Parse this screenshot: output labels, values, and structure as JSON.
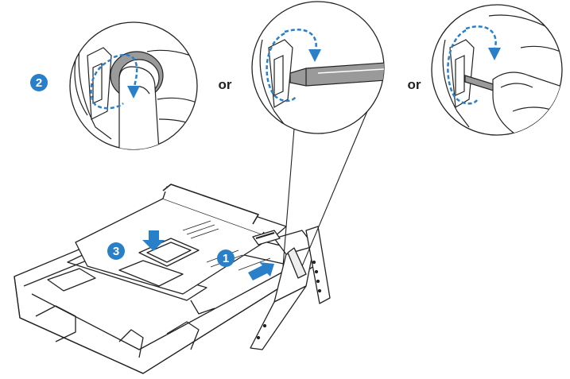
{
  "steps": {
    "step1": "1",
    "step2": "2",
    "step3": "3"
  },
  "connectors": {
    "or_left": "or",
    "or_right": "or"
  },
  "colors": {
    "accent": "#2a7fc9",
    "line": "#222222",
    "stroke_gray": "#9a9a9a"
  }
}
